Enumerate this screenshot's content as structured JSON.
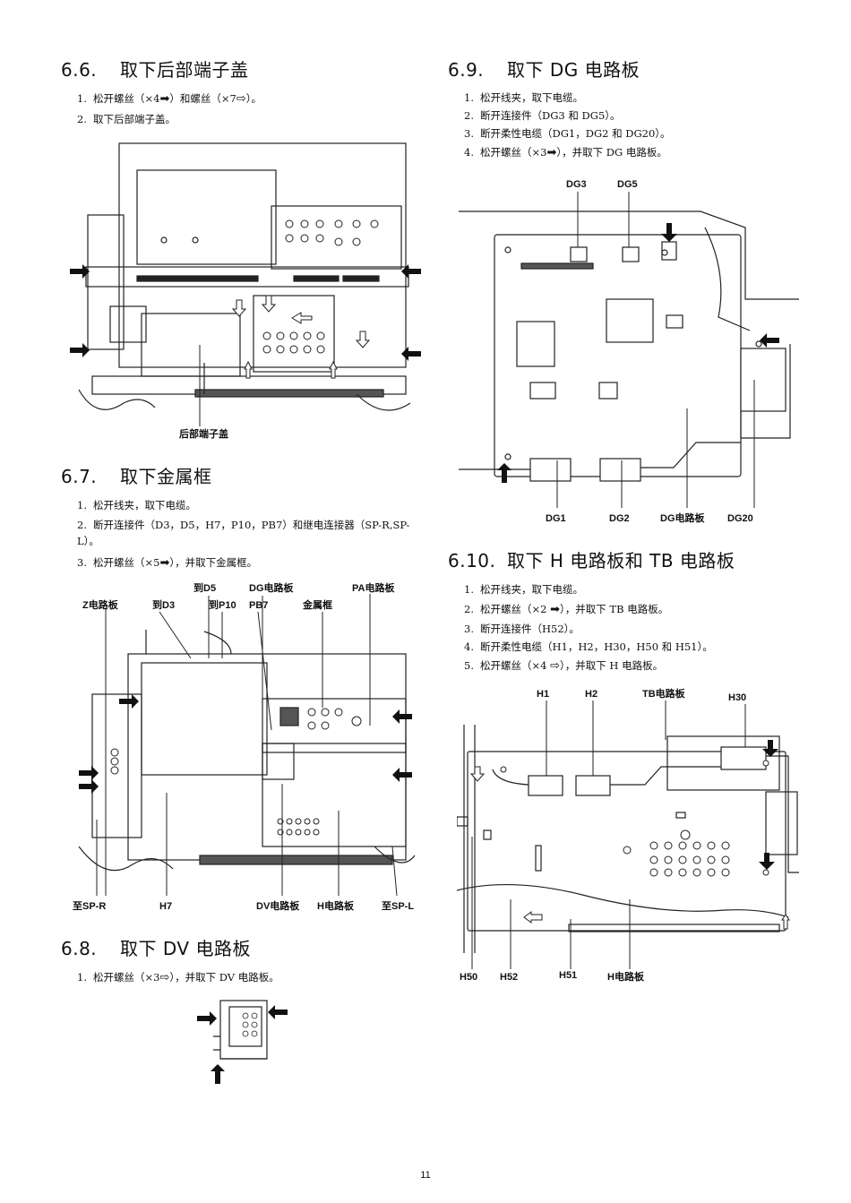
{
  "sections": {
    "s66": {
      "number": "6.6.",
      "title": "取下后部端子盖",
      "steps": [
        {
          "marker": "1.",
          "text_a": "松开螺丝（×4",
          "text_b": "）和螺丝（×7",
          "text_c": "）。"
        },
        {
          "marker": "2.",
          "text": "取下后部端子盖。"
        }
      ],
      "figure_label": "后部端子盖"
    },
    "s67": {
      "number": "6.7.",
      "title": "取下金属框",
      "steps": [
        {
          "marker": "1.",
          "text": "松开线夹，取下电缆。"
        },
        {
          "marker": "2.",
          "text": "断开连接件（D3，D5，H7，P10，PB7）和继电连接器（SP-R,SP-L）。"
        },
        {
          "marker": "3.",
          "text_a": "松开螺丝（×5",
          "text_b": "），并取下金属框。"
        }
      ],
      "figure_labels": {
        "z_board": "Z电路板",
        "to_d3": "到D3",
        "to_d5": "到D5",
        "dg_board": "DG电路板",
        "to_p10": "到P10",
        "pb7": "PB7",
        "metal_frame": "金属框",
        "pa_board": "PA电路板",
        "to_spr": "至SP-R",
        "h7": "H7",
        "dv_board": "DV电路板",
        "h_board": "H电路板",
        "to_spl": "至SP-L"
      }
    },
    "s68": {
      "number": "6.8.",
      "title": "取下 DV 电路板",
      "steps": [
        {
          "marker": "1.",
          "text_a": "松开螺丝（×3",
          "text_b": "），并取下 DV 电路板。"
        }
      ]
    },
    "s69": {
      "number": "6.9.",
      "title": "取下 DG 电路板",
      "steps": [
        {
          "marker": "1.",
          "text": "松开线夹，取下电缆。"
        },
        {
          "marker": "2.",
          "text": "断开连接件（DG3 和 DG5）。"
        },
        {
          "marker": "3.",
          "text": "断开柔性电缆（DG1，DG2 和 DG20）。"
        },
        {
          "marker": "4.",
          "text_a": "松开螺丝（×3",
          "text_b": "），并取下 DG 电路板。"
        }
      ],
      "figure_labels": {
        "dg3": "DG3",
        "dg5": "DG5",
        "dg1": "DG1",
        "dg2": "DG2",
        "dg_board": "DG电路板",
        "dg20": "DG20"
      }
    },
    "s610": {
      "number": "6.10.",
      "title": "取下 H 电路板和 TB 电路板",
      "steps": [
        {
          "marker": "1.",
          "text": "松开线夹，取下电缆。"
        },
        {
          "marker": "2.",
          "text_a": "松开螺丝（×2",
          "text_b": "），并取下 TB 电路板。"
        },
        {
          "marker": "3.",
          "text": "断开连接件（H52）。"
        },
        {
          "marker": "4.",
          "text": "断开柔性电缆（H1，H2，H30，H50 和 H51）。"
        },
        {
          "marker": "5.",
          "text_a": "松开螺丝（×4",
          "text_b": "），并取下 H 电路板。"
        }
      ],
      "figure_labels": {
        "h1": "H1",
        "h2": "H2",
        "tb_board": "TB电路板",
        "h30": "H30",
        "h50": "H50",
        "h52": "H52",
        "h51": "H51",
        "h_board": "H电路板"
      }
    }
  },
  "icons": {
    "solid_arrow": "➡",
    "hollow_arrow": "⇨"
  },
  "page_number": "11"
}
